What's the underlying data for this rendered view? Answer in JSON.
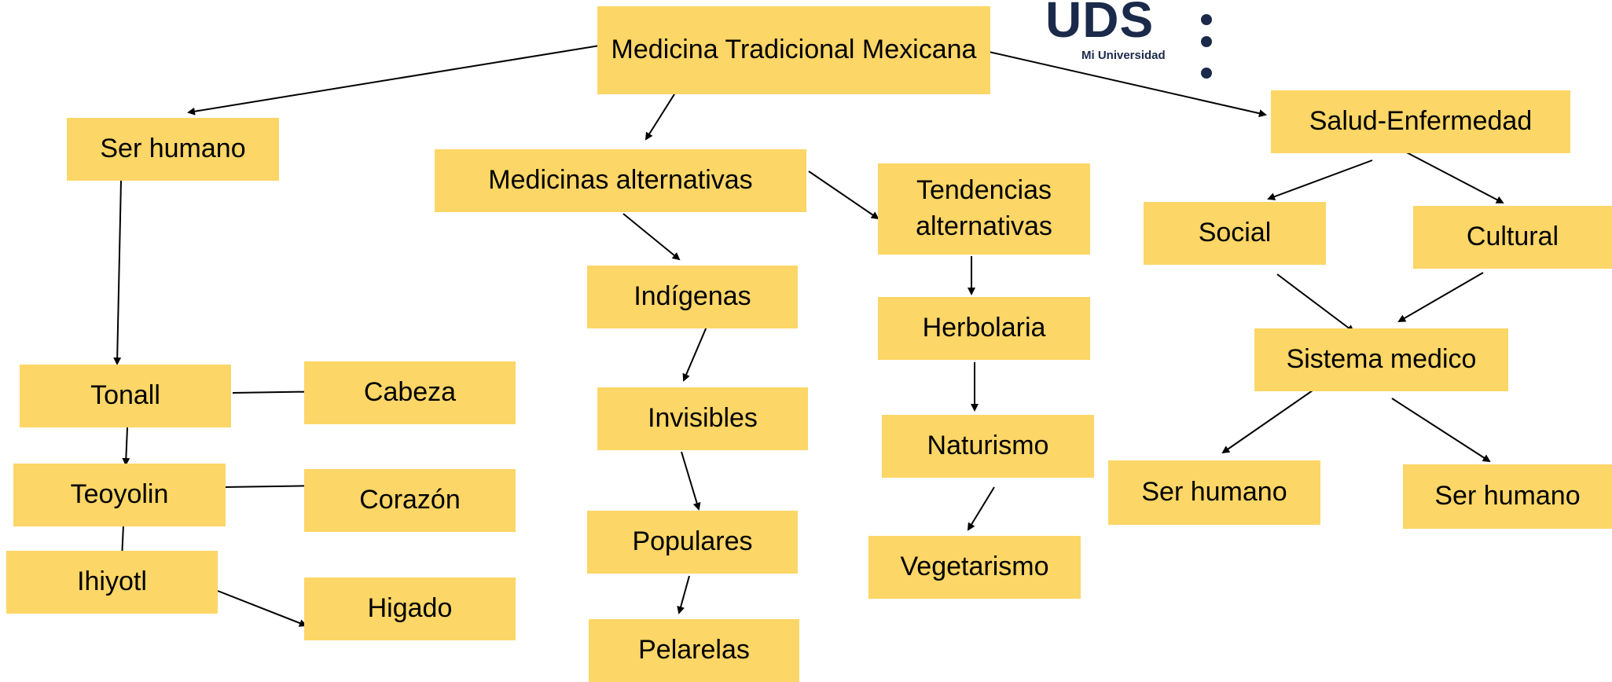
{
  "nodes": {
    "root": "Medicina Tradicional Mexicana",
    "ser_humano_left": "Ser humano",
    "medicinas_alternativas": "Medicinas alternativas",
    "tendencias_alternativas": "Tendencias alternativas",
    "salud_enfermedad": "Salud-Enfermedad",
    "social": "Social",
    "cultural": "Cultural",
    "indigenas": "Indígenas",
    "herbolaria": "Herbolaria",
    "sistema_medico": "Sistema medico",
    "tonall": "Tonall",
    "cabeza": "Cabeza",
    "invisibles": "Invisibles",
    "naturismo": "Naturismo",
    "ser_humano_mid": "Ser humano",
    "ser_humano_right": "Ser humano",
    "teoyolin": "Teoyolin",
    "corazon": "Corazón",
    "populares": "Populares",
    "vegetarismo": "Vegetarismo",
    "ihiyotl": "Ihiyotl",
    "higado": "Higado",
    "pelarelas": "Pelarelas"
  },
  "logo": {
    "mark": "UDS",
    "tagline": "Mi Universidad"
  },
  "colors": {
    "node_fill": "#fcd666",
    "arrow": "#000000",
    "logo": "#1b2a4a"
  }
}
